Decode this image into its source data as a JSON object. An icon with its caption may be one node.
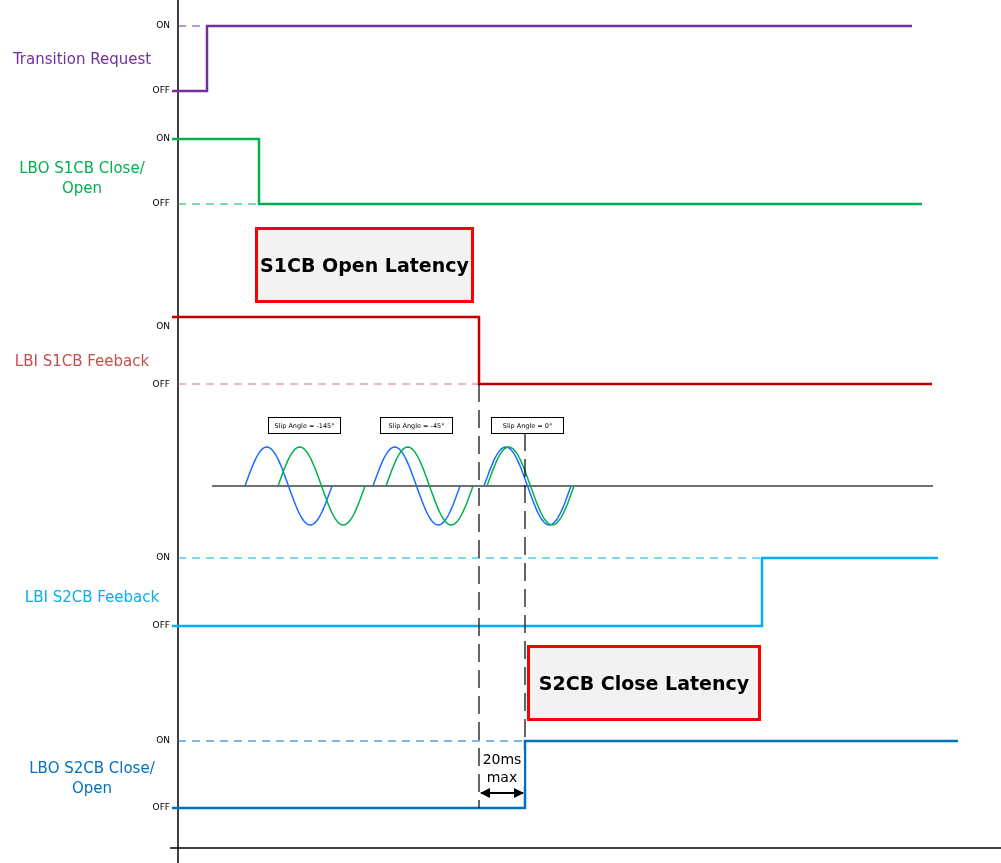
{
  "diagram": {
    "nodes": [
      {
        "text": [
          "S1CB Open Latency"
        ]
      },
      {
        "text": [
          "Slip Angle = -145°"
        ]
      },
      {
        "text": [
          "Slip Angle = -45°"
        ]
      },
      {
        "text": [
          "Slip Angle = 0°"
        ]
      },
      {
        "text": [
          "S2CB Close Latency"
        ]
      }
    ],
    "edges": [],
    "labels": [
      "ON",
      "Transition Request",
      "OFF",
      "ON",
      "LBO S1CB Close/ Open",
      "OFF",
      "ON",
      "LBI S1CB Feeback",
      "OFF",
      "ON",
      "LBI S2CB Feeback",
      "OFF",
      "ON",
      "LBO S2CB Close/ Open",
      "OFF",
      "20ms max"
    ]
  }
}
